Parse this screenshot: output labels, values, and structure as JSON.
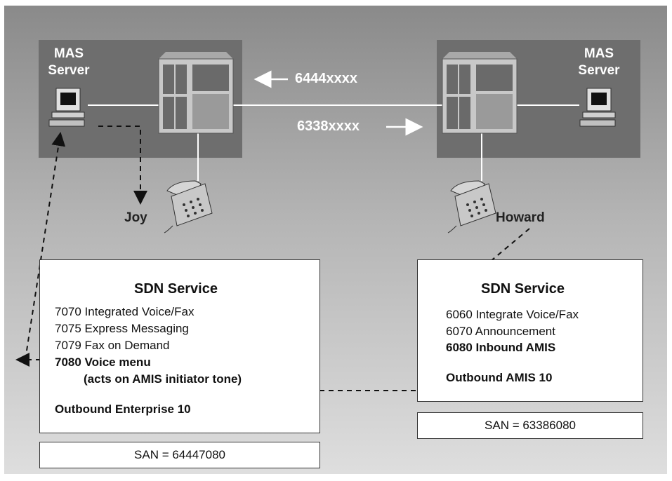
{
  "left_site": {
    "server_label": "MAS\nServer",
    "user": "Joy"
  },
  "right_site": {
    "server_label": "MAS\nServer",
    "user": "Howard"
  },
  "routes": {
    "inbound_left": "6444xxxx",
    "outbound_right": "6338xxxx"
  },
  "left_sdn": {
    "title": "SDN Service",
    "lines": [
      "7070 Integrated Voice/Fax",
      "7075 Express Messaging",
      "7079 Fax on Demand",
      "7080 Voice menu",
      "(acts on AMIS initiator tone)",
      "Outbound Enterprise 10"
    ],
    "san": "SAN = 64447080"
  },
  "right_sdn": {
    "title": "SDN Service",
    "lines": [
      "6060 Integrate Voice/Fax",
      "6070 Announcement",
      "6080 Inbound AMIS",
      "Outbound AMIS 10"
    ],
    "san": "SAN = 63386080"
  }
}
